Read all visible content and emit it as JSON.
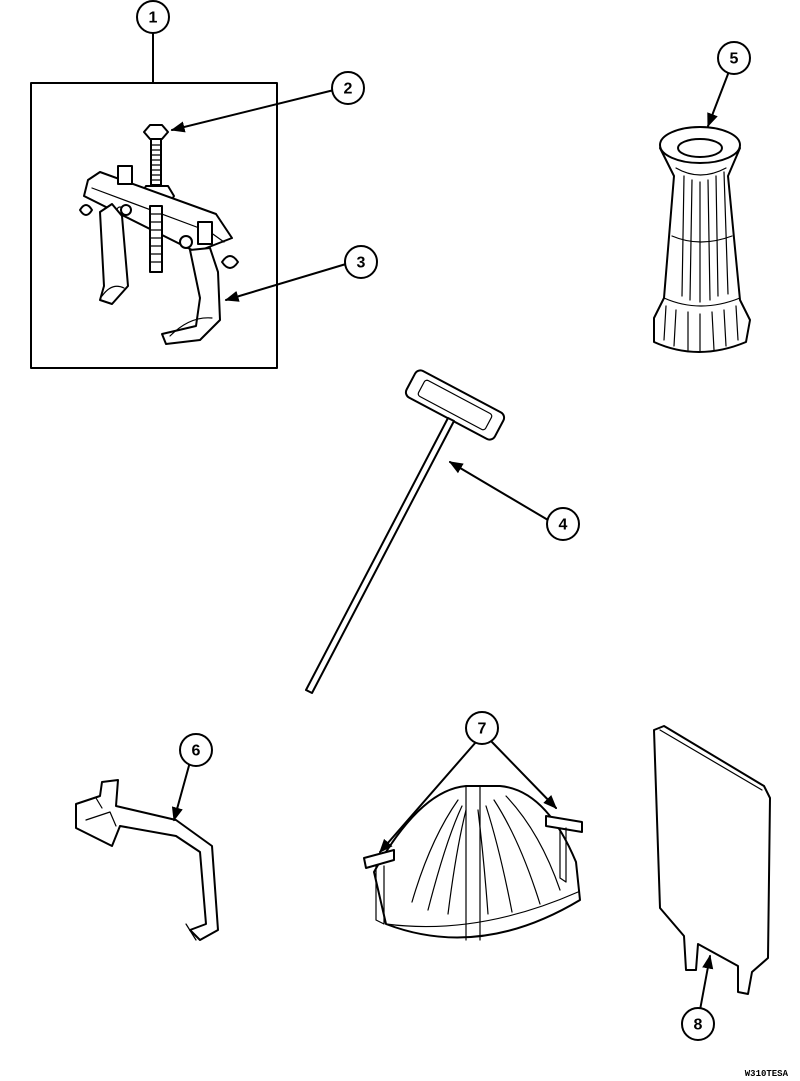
{
  "callouts": [
    {
      "id": "1",
      "label": "1"
    },
    {
      "id": "2",
      "label": "2"
    },
    {
      "id": "3",
      "label": "3"
    },
    {
      "id": "4",
      "label": "4"
    },
    {
      "id": "5",
      "label": "5"
    },
    {
      "id": "6",
      "label": "6"
    },
    {
      "id": "7",
      "label": "7"
    },
    {
      "id": "8",
      "label": "8"
    }
  ],
  "drawing_code": "W310TESA"
}
